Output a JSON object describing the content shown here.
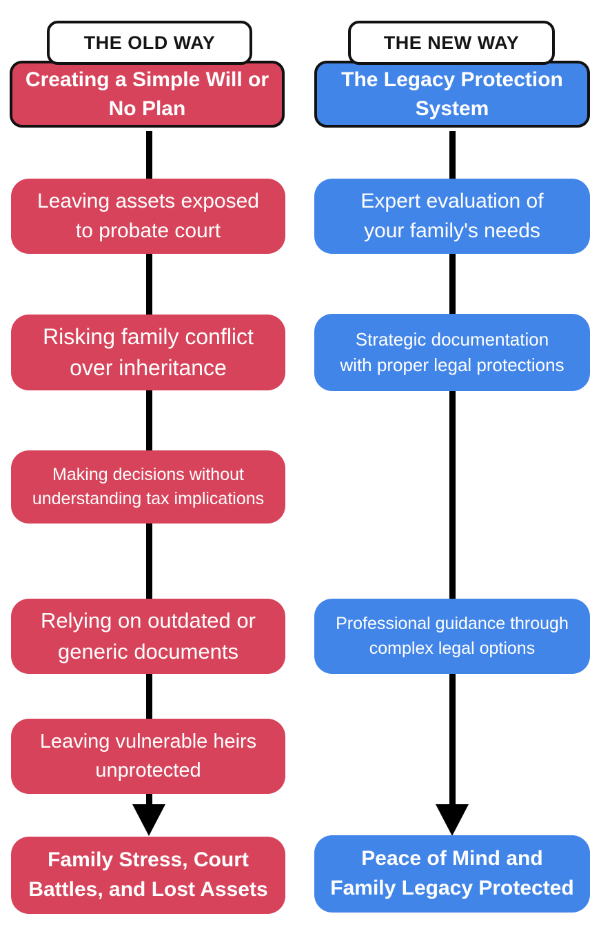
{
  "title_labels": {
    "old": "THE OLD WAY",
    "new": "THE NEW WAY"
  },
  "colors": {
    "old_way_red": "#D6435A",
    "new_way_blue": "#4285E8",
    "connector_black": "#000000",
    "label_background": "#ffffff",
    "label_text": "#151515",
    "box_text": "#ffffff"
  },
  "columns": [
    {
      "id": "old-way",
      "label": "THE OLD WAY",
      "header": "Creating a Simple Will or\nNo Plan",
      "steps": [
        {
          "text": "Leaving assets exposed\nto probate court"
        },
        {
          "text": "Risking family conflict\nover inheritance"
        },
        {
          "text": "Making decisions without\nunderstanding tax implications"
        },
        {
          "text": "Relying on outdated or\ngeneric documents"
        },
        {
          "text": "Leaving vulnerable heirs\nunprotected"
        }
      ],
      "result": "Family Stress, Court\nBattles, and Lost Assets"
    },
    {
      "id": "new-way",
      "label": "THE NEW WAY",
      "header": "The Legacy Protection\nSystem",
      "steps": [
        {
          "text": "Expert evaluation of\nyour family's needs"
        },
        {
          "text": "Strategic documentation\nwith proper legal protections"
        },
        {
          "text": "Professional guidance through\ncomplex legal options"
        }
      ],
      "result": "Peace of Mind and\nFamily Legacy Protected"
    }
  ]
}
